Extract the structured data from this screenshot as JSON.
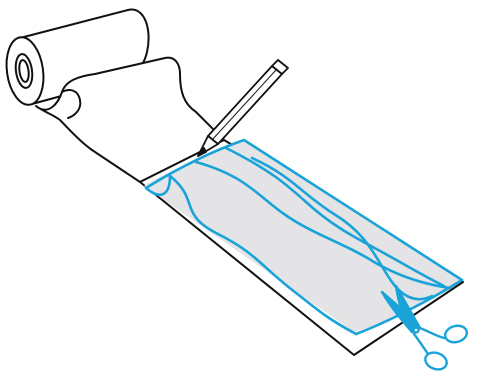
{
  "colors": {
    "outline": "#111111",
    "cut_lines": "#1aa3d9",
    "strip_fill": "#e4e4e6",
    "paper": "#ffffff"
  },
  "elements": {
    "paper_roll": "paper-roll",
    "paper_strip": "paper-strip",
    "pencil": "pencil-icon",
    "scissors": "scissors-icon",
    "cut_pattern": "wavy-cut-lines"
  }
}
